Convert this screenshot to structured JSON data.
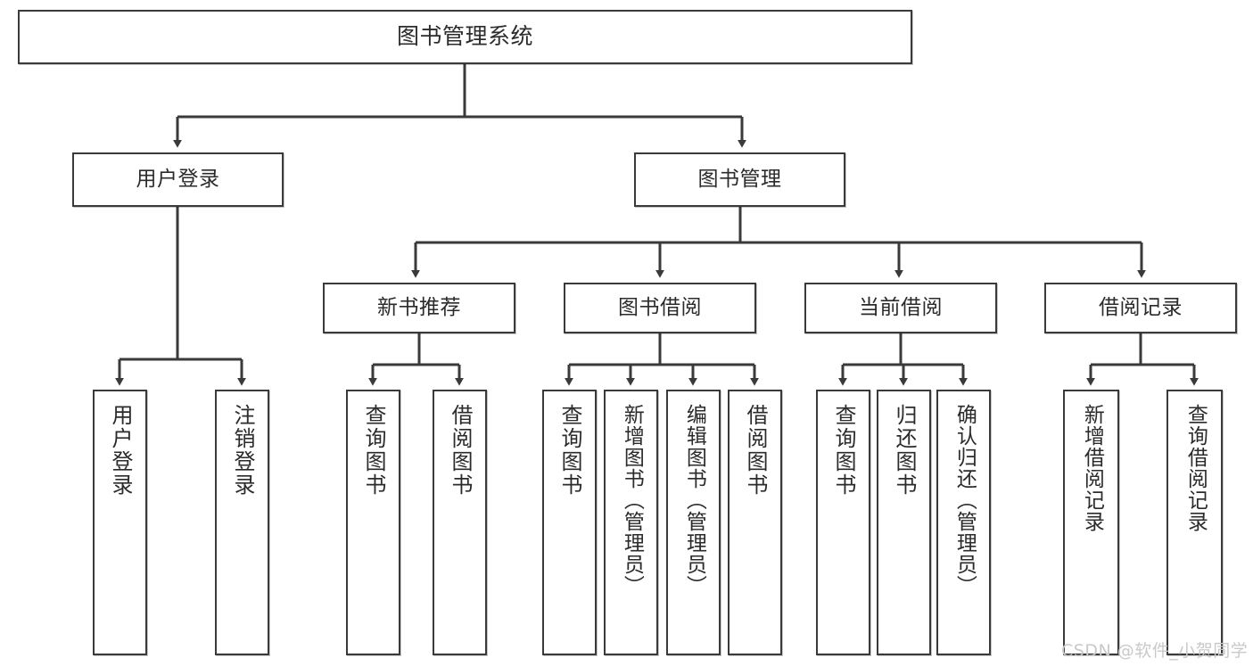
{
  "diagram": {
    "title": "图书管理系统",
    "type": "hierarchy-tree",
    "watermark": "CSDN @软件_小贺同学",
    "colors": {
      "stroke": "#3a3a3a",
      "fill": "#ffffff",
      "text": "#2b2b2b",
      "watermark": "#c9c9c9"
    },
    "levels": [
      {
        "level": 1,
        "nodes": [
          {
            "id": "root",
            "label": "图书管理系统"
          }
        ]
      },
      {
        "level": 2,
        "nodes": [
          {
            "id": "login",
            "label": "用户登录",
            "parent": "root"
          },
          {
            "id": "bookmgmt",
            "label": "图书管理",
            "parent": "root"
          }
        ]
      },
      {
        "level": 3,
        "nodes": [
          {
            "id": "newbook",
            "label": "新书推荐",
            "parent": "bookmgmt"
          },
          {
            "id": "borrow",
            "label": "图书借阅",
            "parent": "bookmgmt"
          },
          {
            "id": "current",
            "label": "当前借阅",
            "parent": "bookmgmt"
          },
          {
            "id": "records",
            "label": "借阅记录",
            "parent": "bookmgmt"
          }
        ]
      },
      {
        "level": 4,
        "nodes": [
          {
            "id": "leaf1",
            "label": "用户登录",
            "parent": "login"
          },
          {
            "id": "leaf2",
            "label": "注销登录",
            "parent": "login"
          },
          {
            "id": "leaf3",
            "label": "查询图书",
            "parent": "newbook"
          },
          {
            "id": "leaf4",
            "label": "借阅图书",
            "parent": "newbook"
          },
          {
            "id": "leaf5",
            "label": "查询图书",
            "parent": "borrow"
          },
          {
            "id": "leaf6",
            "label": "新增图书（管理员）",
            "parent": "borrow"
          },
          {
            "id": "leaf7",
            "label": "编辑图书（管理员）",
            "parent": "borrow"
          },
          {
            "id": "leaf8",
            "label": "借阅图书",
            "parent": "borrow"
          },
          {
            "id": "leaf9",
            "label": "查询图书",
            "parent": "current"
          },
          {
            "id": "leaf10",
            "label": "归还图书",
            "parent": "current"
          },
          {
            "id": "leaf11",
            "label": "确认归还（管理员）",
            "parent": "current"
          },
          {
            "id": "leaf12",
            "label": "新增借阅记录",
            "parent": "records"
          },
          {
            "id": "leaf13",
            "label": "查询借阅记录",
            "parent": "records"
          }
        ]
      }
    ]
  }
}
